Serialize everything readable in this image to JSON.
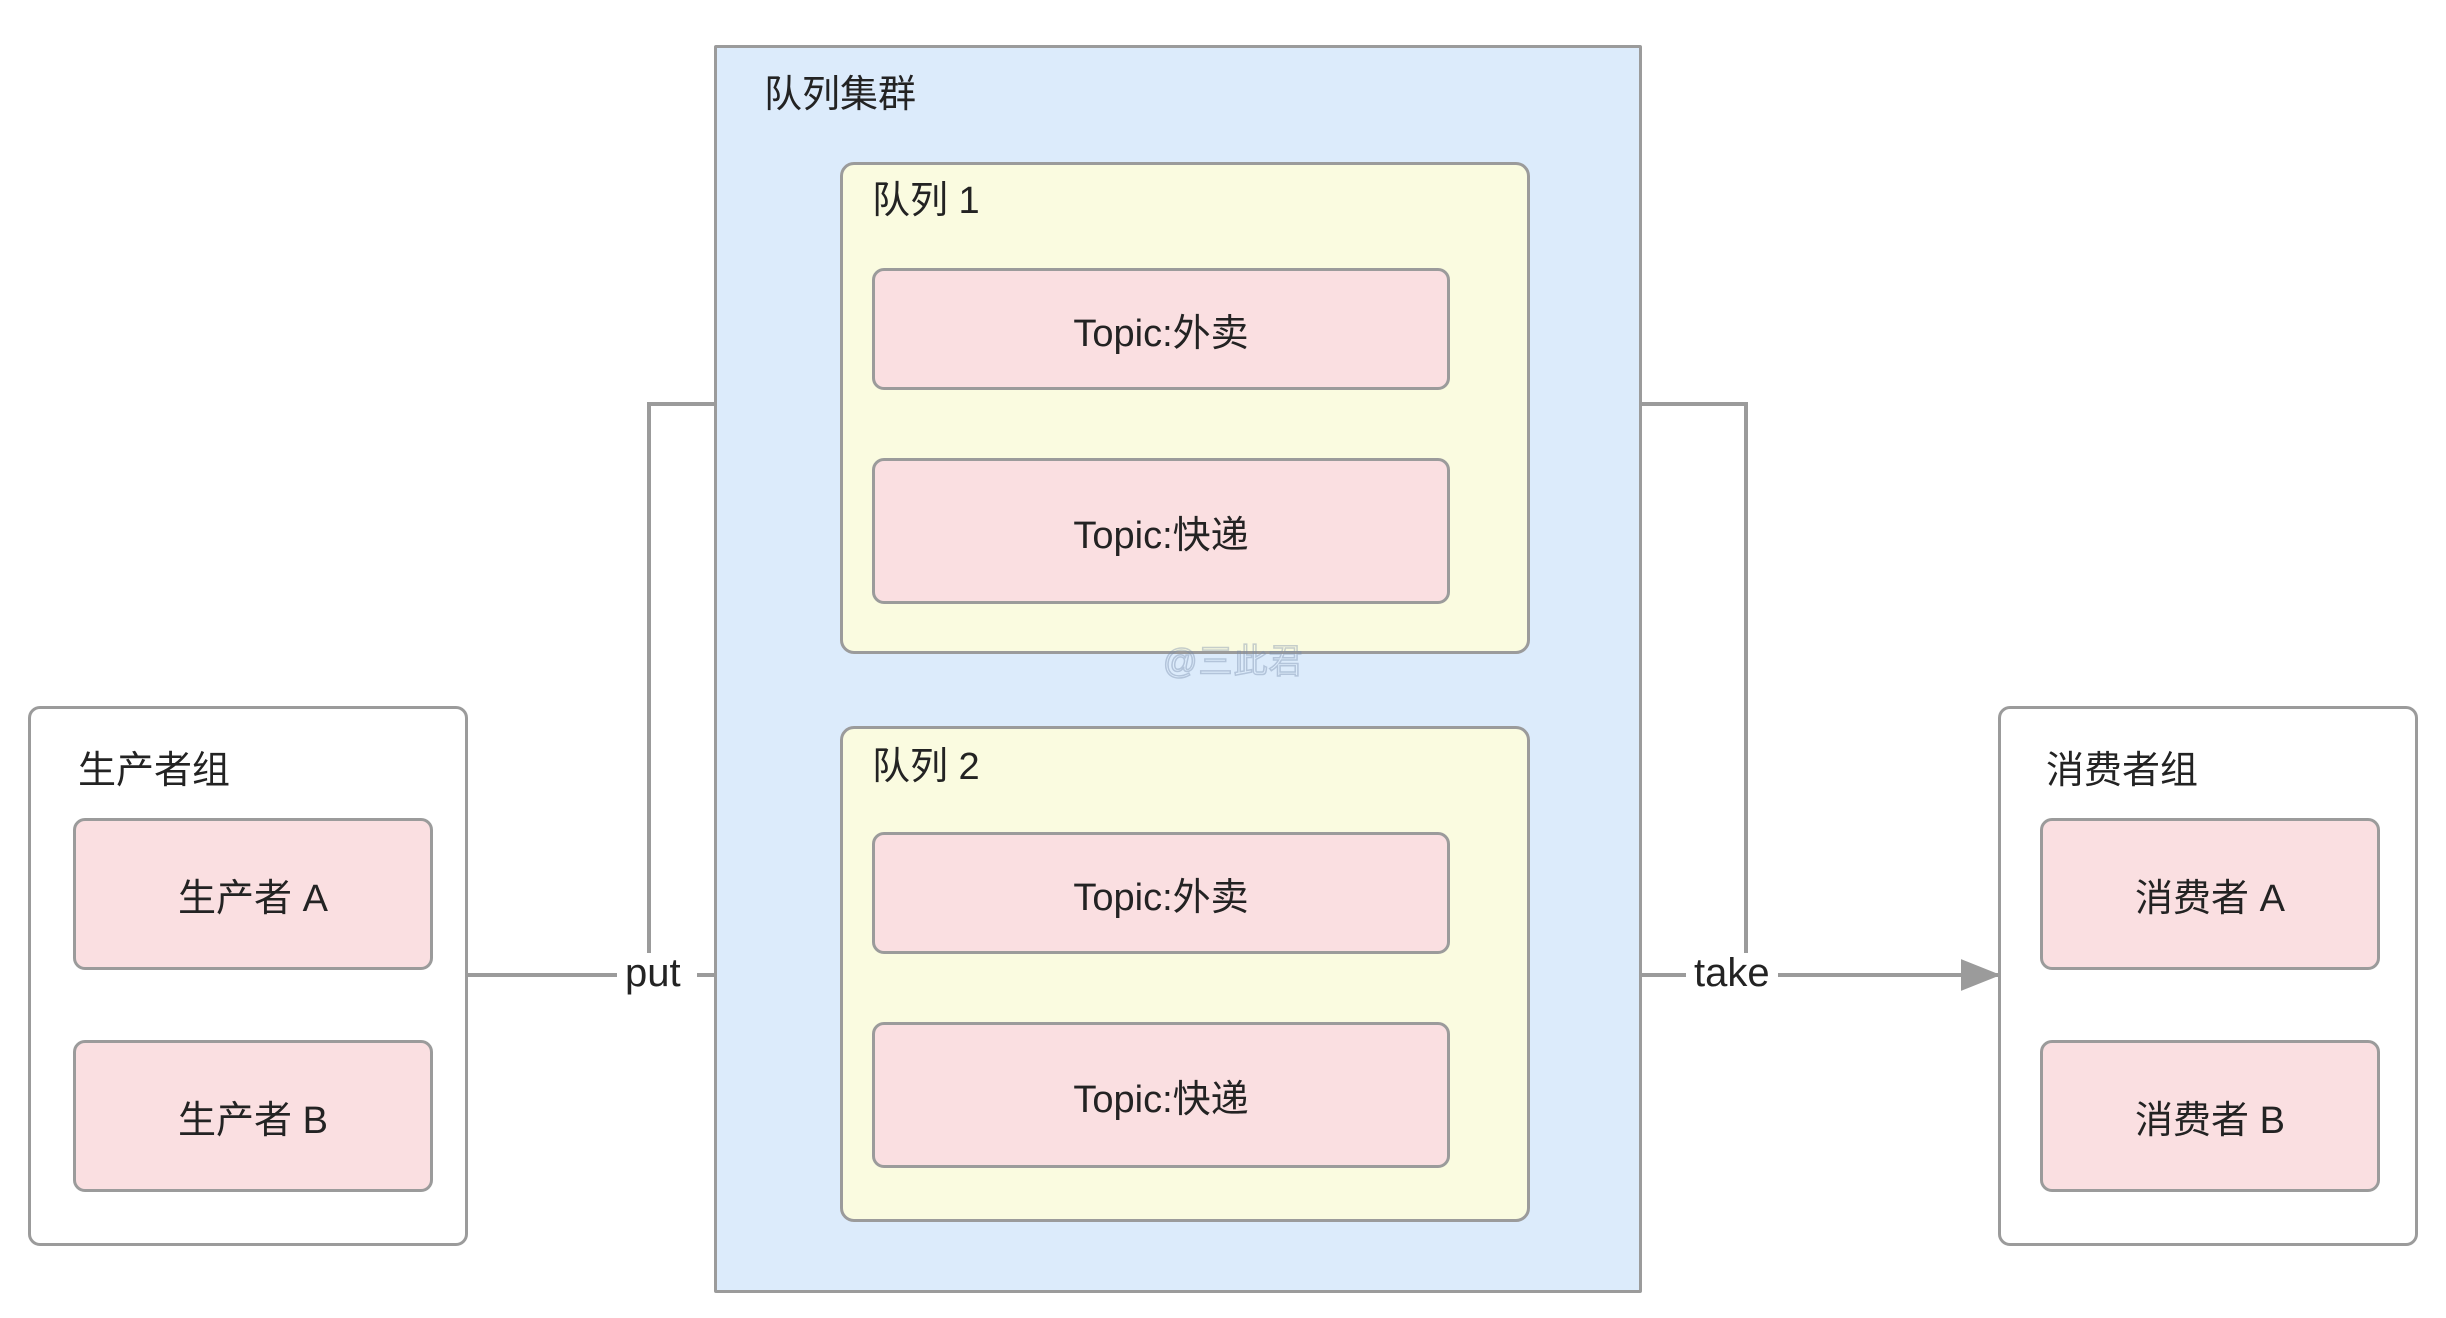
{
  "diagram": {
    "title": "Message queue cluster producer consumer diagram",
    "colors": {
      "cluster_fill": "#dcebfb",
      "queue_fill": "#fafbe0",
      "leaf_fill": "#fadfe1",
      "stroke": "#9b9b9b",
      "text": "#232323",
      "canvas": "#ffffff"
    }
  },
  "producer_group": {
    "title": "生产者组",
    "members": [
      {
        "label": "生产者 A"
      },
      {
        "label": "生产者 B"
      }
    ]
  },
  "cluster": {
    "title": "队列集群",
    "queues": [
      {
        "title": "队列 1",
        "topics": [
          {
            "label": "Topic:外卖"
          },
          {
            "label": "Topic:快递"
          }
        ]
      },
      {
        "title": "队列 2",
        "topics": [
          {
            "label": "Topic:外卖"
          },
          {
            "label": "Topic:快递"
          }
        ]
      }
    ]
  },
  "consumer_group": {
    "title": "消费者组",
    "members": [
      {
        "label": "消费者 A"
      },
      {
        "label": "消费者 B"
      }
    ]
  },
  "edges": [
    {
      "label": "put",
      "from": "生产者组",
      "to": "队列集群"
    },
    {
      "label": "take",
      "from": "队列集群",
      "to": "消费者组"
    }
  ],
  "watermark": {
    "text": "@三此君"
  }
}
